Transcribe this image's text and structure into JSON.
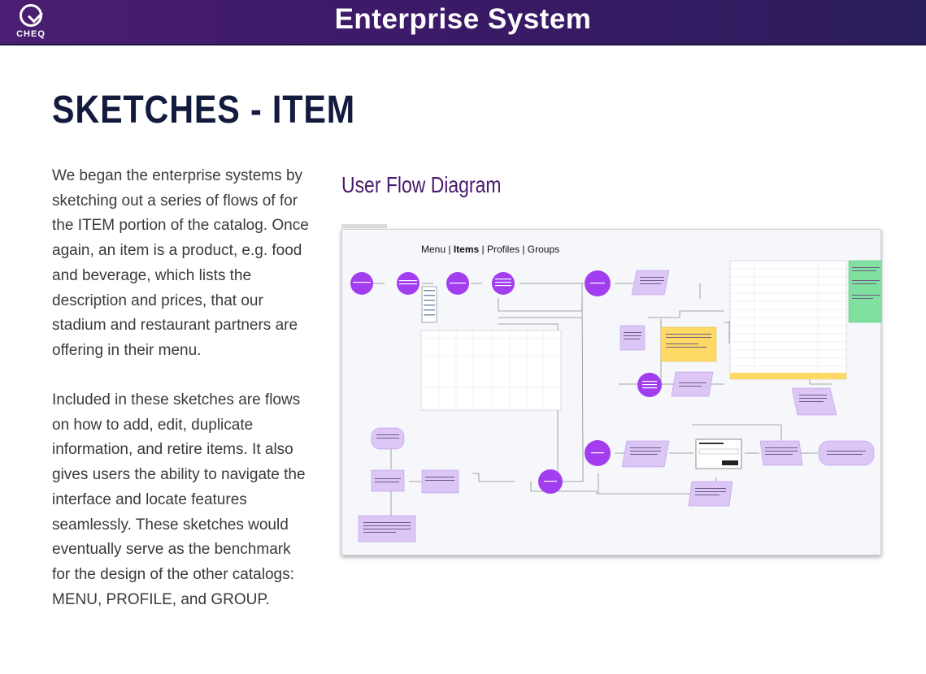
{
  "header": {
    "logo_text": "CHEQ",
    "title": "Enterprise System"
  },
  "page": {
    "title": "SKETCHES - ITEM"
  },
  "intro": {
    "paragraph_1": "We began the enterprise systems by sketching out a series of flows of for the ITEM portion of the catalog. Once again, an item is a product, e.g. food and beverage, which lists the description and prices, that our stadium and restaurant partners are offering in their menu.",
    "paragraph_2": "Included in these sketches are flows on how to add, edit, duplicate information, and retire items. It also gives users the ability to navigate the interface and locate features seamlessly. These sketches would eventually serve as the benchmark for the design of the other catalogs: MENU, PROFILE, and GROUP."
  },
  "diagram": {
    "section_title": "User Flow Diagram",
    "menu_nav": {
      "menu": "Menu",
      "items": "Items",
      "profiles": "Profiles",
      "groups": "Groups",
      "sep": " | "
    }
  },
  "colors": {
    "header_start": "#4a1e72",
    "header_end": "#2a1d5c",
    "title_navy": "#121a3d",
    "section_purple": "#4a1a6e",
    "node_purple": "#a23ef0",
    "note_lavender": "#dcc6f5",
    "note_yellow": "#ffd966",
    "note_green": "#7fe0a0"
  }
}
